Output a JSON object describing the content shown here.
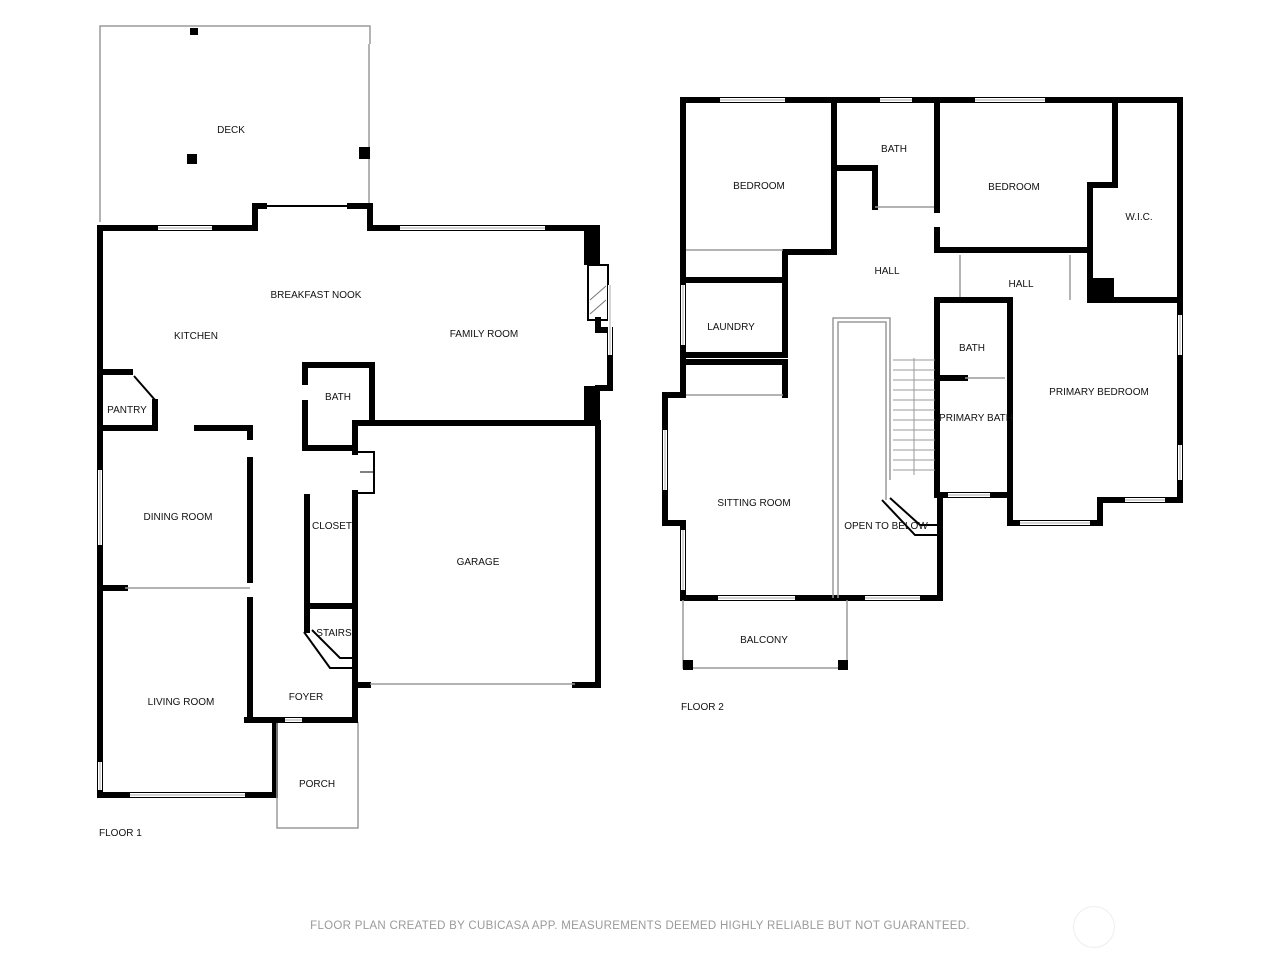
{
  "floor1": {
    "label": "FLOOR 1",
    "rooms": {
      "deck": "DECK",
      "breakfast_nook": "BREAKFAST NOOK",
      "kitchen": "KITCHEN",
      "family_room": "FAMILY ROOM",
      "pantry": "PANTRY",
      "bath": "BATH",
      "dining_room": "DINING ROOM",
      "closet": "CLOSET",
      "garage": "GARAGE",
      "stairs": "STAIRS",
      "living_room": "LIVING ROOM",
      "foyer": "FOYER",
      "porch": "PORCH"
    }
  },
  "floor2": {
    "label": "FLOOR 2",
    "rooms": {
      "bedroom_1": "BEDROOM",
      "bath_1": "BATH",
      "bedroom_2": "BEDROOM",
      "wic": "W.I.C.",
      "hall_1": "HALL",
      "hall_2": "HALL",
      "laundry": "LAUNDRY",
      "bath_2": "BATH",
      "primary_bath": "PRIMARY BATH",
      "primary_bedroom": "PRIMARY BEDROOM",
      "sitting_room": "SITTING ROOM",
      "open_to_below": "OPEN TO BELOW",
      "balcony": "BALCONY"
    }
  },
  "footer": "FLOOR PLAN CREATED BY CUBICASA APP. MEASUREMENTS DEEMED HIGHLY RELIABLE BUT NOT GUARANTEED."
}
